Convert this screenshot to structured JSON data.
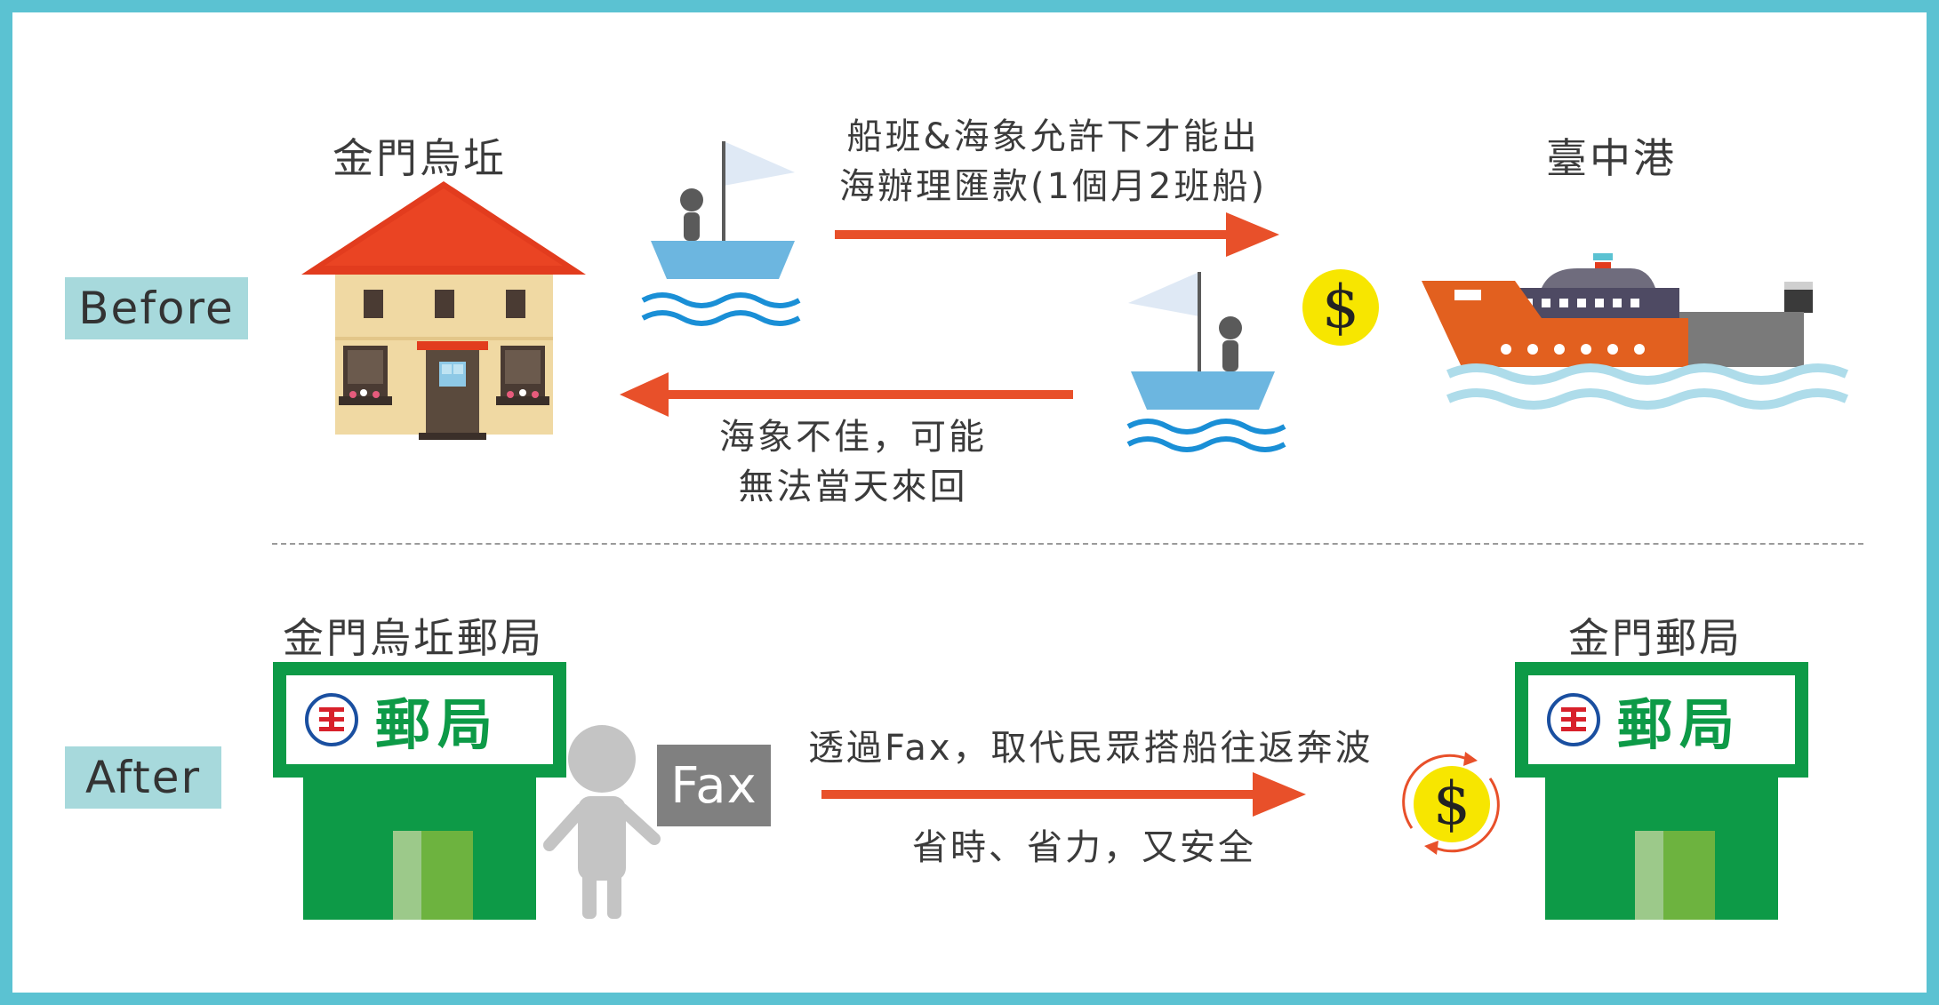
{
  "before": {
    "tag": "Before",
    "origin_title": "金門烏坵",
    "dest_title": "臺中港",
    "outbound_note_line1": "船班&海象允許下才能出",
    "outbound_note_line2": "海辦理匯款(1個月2班船)",
    "return_note_line1": "海象不佳，可能",
    "return_note_line2": "無法當天來回",
    "money_symbol": "$"
  },
  "after": {
    "tag": "After",
    "origin_title": "金門烏坵郵局",
    "dest_title": "金門郵局",
    "sign_text": "郵局",
    "fax_label": "Fax",
    "note_line1": "透過Fax，取代民眾搭船往返奔波",
    "note_line2": "省時、省力，又安全",
    "money_symbol": "$"
  },
  "colors": {
    "border": "#5bc2d2",
    "tag_bg": "#a7d9dc",
    "arrow": "#e8502a",
    "post_green": "#0d9a47",
    "coin_yellow": "#f7e600",
    "boat_blue": "#6cb6e0",
    "wave_blue": "#1a8fd6"
  },
  "icons": [
    "house-icon",
    "boat-icon",
    "wave-icon",
    "ship-icon",
    "coin-icon",
    "person-icon",
    "post-office-icon",
    "post-logo-icon"
  ]
}
